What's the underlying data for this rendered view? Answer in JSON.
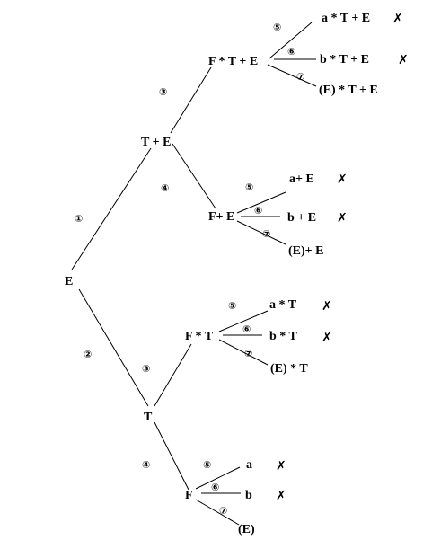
{
  "nodes": {
    "root": "E",
    "t_plus_e": "T + E",
    "t": "T",
    "f_times_t_plus_e": "F * T + E",
    "f_plus_e": "F+ E",
    "f_times_t": "F * T",
    "f": "F",
    "a_times_t_plus_e": "a * T + E",
    "b_times_t_plus_e": "b * T + E",
    "paren_e_times_t_plus_e": "(E) * T + E",
    "a_plus_e": "a+ E",
    "b_plus_e": "b + E",
    "paren_e_plus_e": "(E)+ E",
    "a_times_t": "a * T",
    "b_times_t": "b * T",
    "paren_e_times_t": "(E) * T",
    "a": "a",
    "b": "b",
    "paren_e": "(E)"
  },
  "rule_numbers": {
    "r1": "①",
    "r2": "②",
    "r3": "③",
    "r4": "④",
    "r5": "⑤",
    "r6": "⑥",
    "r7": "⑦"
  },
  "reject_mark": "✗"
}
